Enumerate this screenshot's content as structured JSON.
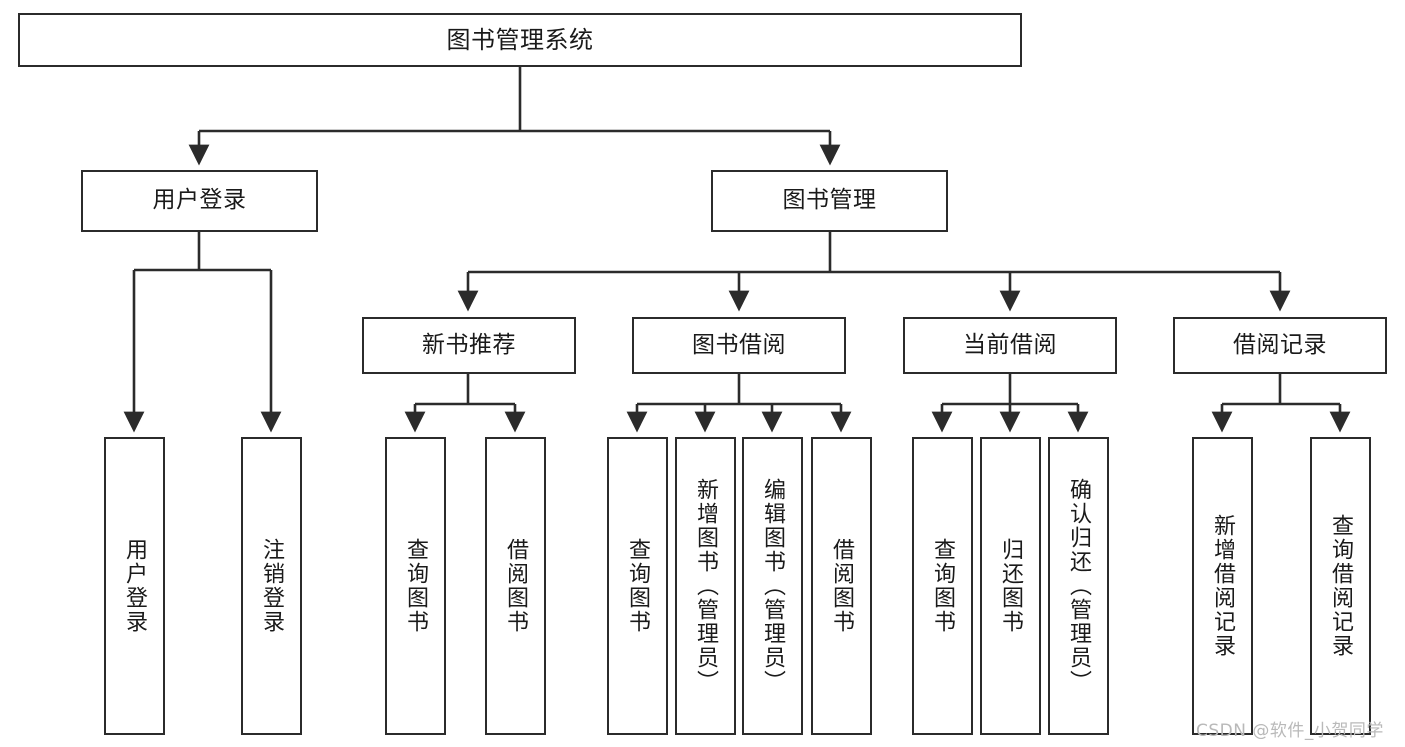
{
  "diagram": {
    "title": "图书管理系统",
    "type": "tree-hierarchy-chart",
    "watermark": "CSDN @软件_小贺同学",
    "colors": {
      "box_border": "#2b2b2b",
      "box_fill": "#ffffff",
      "edge": "#2b2b2b",
      "text": "#1a1a1a",
      "watermark": "#b9b9b9",
      "background": "#ffffff"
    },
    "levels": {
      "level0": [
        {
          "id": "root",
          "label": "图书管理系统"
        }
      ],
      "level1": [
        {
          "id": "login",
          "label": "用户登录"
        },
        {
          "id": "bookmgmt",
          "label": "图书管理"
        }
      ],
      "level2": [
        {
          "id": "newbook",
          "label": "新书推荐",
          "parent": "bookmgmt"
        },
        {
          "id": "borrow",
          "label": "图书借阅",
          "parent": "bookmgmt"
        },
        {
          "id": "current",
          "label": "当前借阅",
          "parent": "bookmgmt"
        },
        {
          "id": "record",
          "label": "借阅记录",
          "parent": "bookmgmt"
        }
      ],
      "level3": [
        {
          "id": "leaf-user-login",
          "label": "用户登录",
          "parent": "login"
        },
        {
          "id": "leaf-user-logout",
          "label": "注销登录",
          "parent": "login"
        },
        {
          "id": "leaf-new-query",
          "label": "查询图书",
          "parent": "newbook"
        },
        {
          "id": "leaf-new-borrow",
          "label": "借阅图书",
          "parent": "newbook"
        },
        {
          "id": "leaf-borrow-query",
          "label": "查询图书",
          "parent": "borrow"
        },
        {
          "id": "leaf-borrow-add",
          "label": "新增图书（管理员）",
          "parent": "borrow"
        },
        {
          "id": "leaf-borrow-edit",
          "label": "编辑图书（管理员）",
          "parent": "borrow"
        },
        {
          "id": "leaf-borrow-lend",
          "label": "借阅图书",
          "parent": "borrow"
        },
        {
          "id": "leaf-current-query",
          "label": "查询图书",
          "parent": "current"
        },
        {
          "id": "leaf-current-return",
          "label": "归还图书",
          "parent": "current"
        },
        {
          "id": "leaf-current-confirm",
          "label": "确认归还（管理员）",
          "parent": "current"
        },
        {
          "id": "leaf-record-add",
          "label": "新增借阅记录",
          "parent": "record"
        },
        {
          "id": "leaf-record-query",
          "label": "查询借阅记录",
          "parent": "record"
        }
      ]
    }
  }
}
